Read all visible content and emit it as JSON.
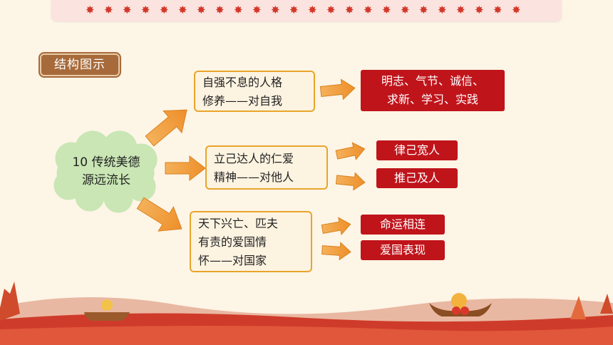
{
  "section_title": "结构图示",
  "center_node": {
    "line1": "10 传统美德",
    "line2": "源远流长"
  },
  "branches": [
    {
      "label_lines": [
        "自强不息的人格",
        "修养——对自我"
      ],
      "items": [
        {
          "lines": [
            "明志、气节、诚信、",
            "求新、学习、实践"
          ]
        }
      ]
    },
    {
      "label_lines": [
        "立己达人的仁爱",
        "精神——对他人"
      ],
      "items": [
        {
          "lines": [
            "律己宽人"
          ]
        },
        {
          "lines": [
            "推己及人"
          ]
        }
      ]
    },
    {
      "label_lines": [
        "天下兴亡、匹夫",
        "有责的爱国情",
        "怀——对国家"
      ],
      "items": [
        {
          "lines": [
            "命运相连"
          ]
        },
        {
          "lines": [
            "爱国表现"
          ]
        }
      ]
    }
  ],
  "colors": {
    "accent_red": "#c0141b",
    "box_border": "#e8a52a",
    "arrow": "#f2a23a",
    "cloud": "#c9e6b4"
  }
}
